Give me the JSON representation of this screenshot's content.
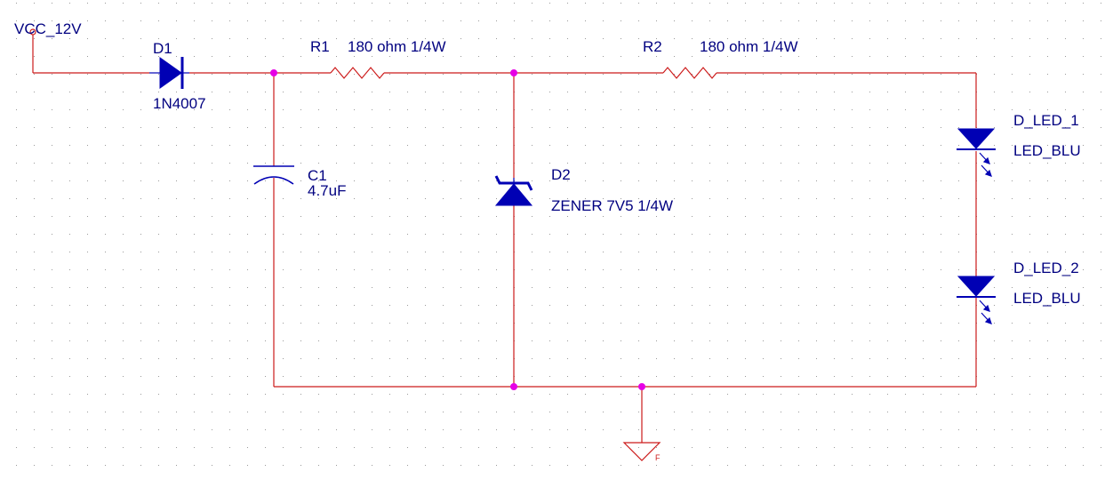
{
  "schematic": {
    "power": {
      "name": "VCC_12V"
    },
    "d1": {
      "ref": "D1",
      "value": "1N4007"
    },
    "r1": {
      "ref": "R1",
      "value": "180 ohm 1/4W"
    },
    "r2": {
      "ref": "R2",
      "value": "180 ohm 1/4W"
    },
    "c1": {
      "ref": "C1",
      "value": "4.7uF"
    },
    "d2": {
      "ref": "D2",
      "value": "ZENER 7V5 1/4W"
    },
    "led1": {
      "ref": "D_LED_1",
      "value": "LED_BLU"
    },
    "led2": {
      "ref": "D_LED_2",
      "value": "LED_BLU"
    },
    "ground": {
      "label": "F"
    }
  },
  "colors": {
    "wire": "#cc1a1a",
    "part": "#0000b4",
    "junction": "#e600e6",
    "grid": "#9a9a9a",
    "text": "#000080"
  }
}
